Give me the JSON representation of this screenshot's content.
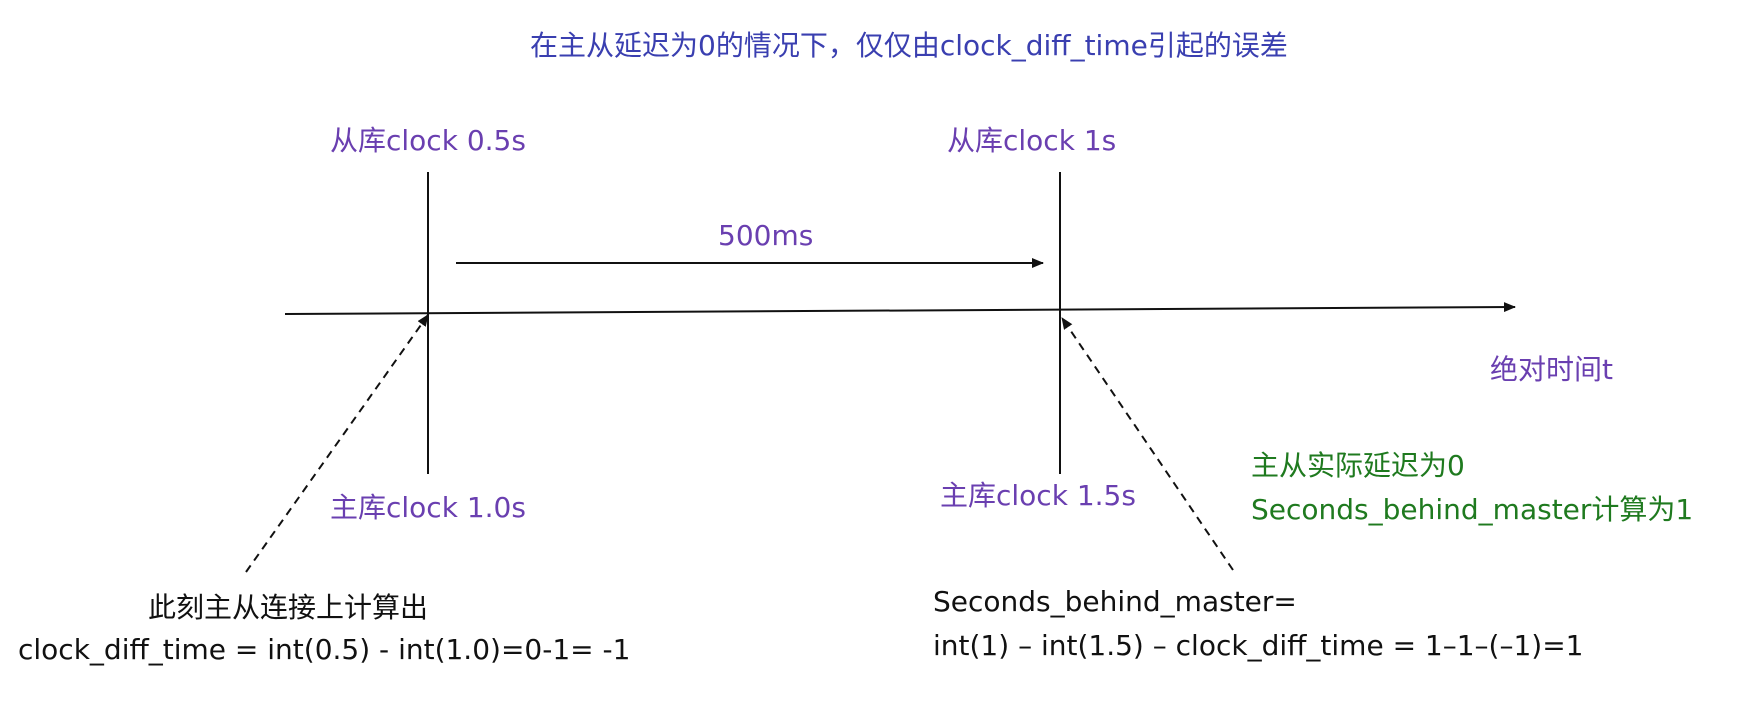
{
  "title": "在主从延迟为0的情况下，仅仅由clock_diff_time引起的误差",
  "labels": {
    "slave_clock_1": "从库clock 0.5s",
    "slave_clock_2": "从库clock 1s",
    "master_clock_1": "主库clock 1.0s",
    "master_clock_2": "主库clock 1.5s",
    "interval": "500ms",
    "time_axis": "绝对时间t"
  },
  "result_note": {
    "line1": "主从实际延迟为0",
    "line2": "Seconds_behind_master计算为1"
  },
  "left_formula": {
    "line1": "此刻主从连接上计算出",
    "line2": "clock_diff_time = int(0.5) - int(1.0)=0-1= -1"
  },
  "right_formula": {
    "line1": "Seconds_behind_master=",
    "line2": "int(1) – int(1.5) – clock_diff_time = 1–1–(–1)=1"
  },
  "colors": {
    "label": "#6a3fb0",
    "title": "#3a3fb0",
    "note": "#1f7a1f",
    "text": "#111111"
  }
}
